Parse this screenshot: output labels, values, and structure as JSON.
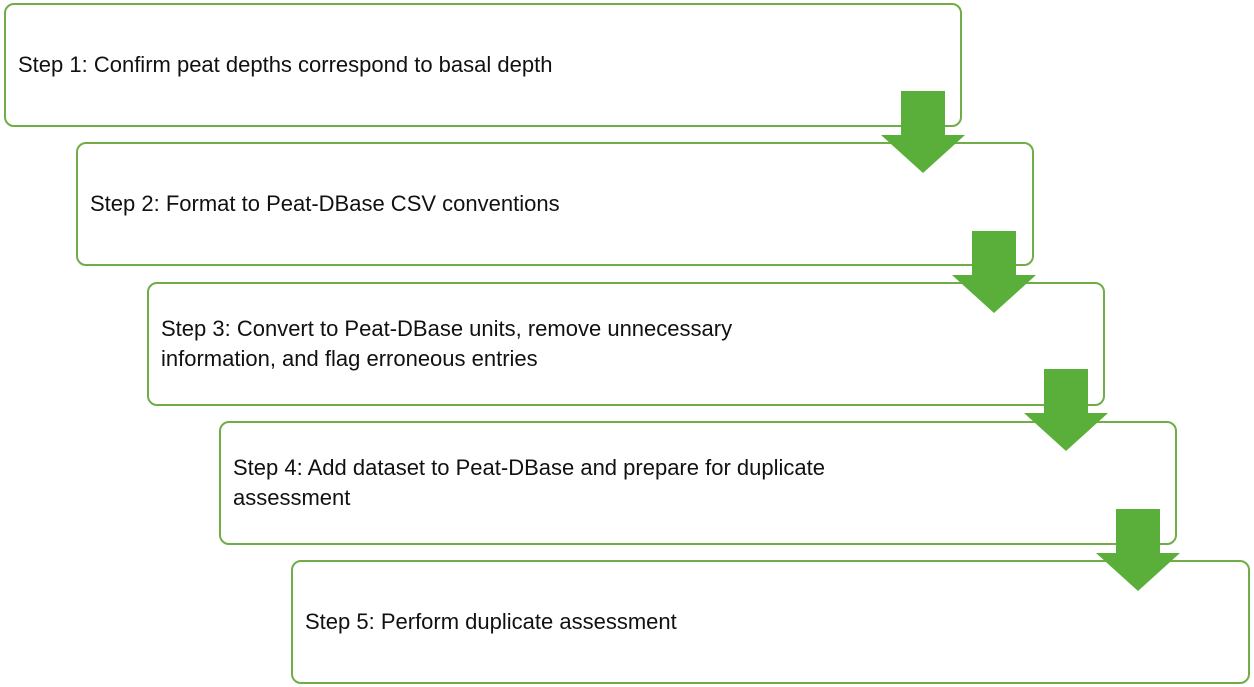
{
  "steps": [
    {
      "label": "Step 1: Confirm peat depths correspond to basal depth"
    },
    {
      "label": "Step 2: Format to Peat-DBase CSV conventions"
    },
    {
      "label": "Step 3: Convert to Peat-DBase units, remove unnecessary\ninformation, and flag erroneous entries"
    },
    {
      "label": "Step 4: Add dataset to Peat-DBase and prepare for duplicate\nassessment"
    },
    {
      "label": "Step 5: Perform duplicate assessment"
    }
  ],
  "colors": {
    "box_border": "#70ad47",
    "arrow_fill": "#5aaf3a",
    "text": "#111111"
  },
  "icons": {
    "connector": "arrow-down-icon"
  }
}
